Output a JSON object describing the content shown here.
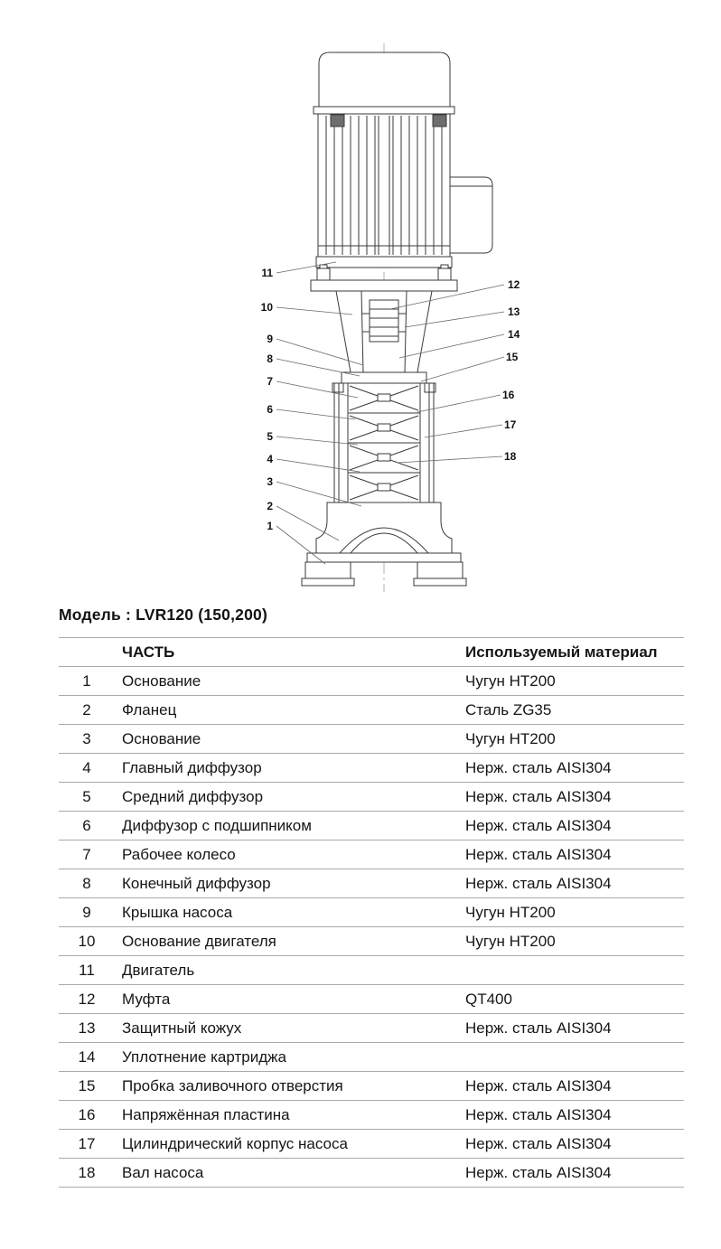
{
  "page": {
    "model_title": "Модель : LVR120 (150,200)"
  },
  "diagram": {
    "callouts_left": [
      "11",
      "10",
      "9",
      "8",
      "7",
      "6",
      "5",
      "4",
      "3",
      "2",
      "1"
    ],
    "callouts_right": [
      "12",
      "13",
      "14",
      "15",
      "16",
      "17",
      "18"
    ]
  },
  "table": {
    "headers": {
      "num": "",
      "part": "ЧАСТЬ",
      "material": "Используемый материал"
    },
    "rows": [
      {
        "num": "1",
        "part": "Основание",
        "material": "Чугун HT200"
      },
      {
        "num": "2",
        "part": "Фланец",
        "material": "Сталь ZG35"
      },
      {
        "num": "3",
        "part": "Основание",
        "material": "Чугун HT200"
      },
      {
        "num": "4",
        "part": "Главный диффузор",
        "material": "Нерж. сталь AISI304"
      },
      {
        "num": "5",
        "part": "Средний диффузор",
        "material": "Нерж. сталь AISI304"
      },
      {
        "num": "6",
        "part": "Диффузор с подшипником",
        "material": "Нерж. сталь AISI304"
      },
      {
        "num": "7",
        "part": "Рабочее колесо",
        "material": "Нерж. сталь AISI304"
      },
      {
        "num": "8",
        "part": "Конечный диффузор",
        "material": "Нерж. сталь AISI304"
      },
      {
        "num": "9",
        "part": "Крышка насоса",
        "material": "Чугун HT200"
      },
      {
        "num": "10",
        "part": "Основание двигателя",
        "material": "Чугун HT200"
      },
      {
        "num": "11",
        "part": "Двигатель",
        "material": ""
      },
      {
        "num": "12",
        "part": "Муфта",
        "material": "QT400"
      },
      {
        "num": "13",
        "part": "Защитный кожух",
        "material": "Нерж. сталь AISI304"
      },
      {
        "num": "14",
        "part": "Уплотнение картриджа",
        "material": ""
      },
      {
        "num": "15",
        "part": "Пробка заливочного отверстия",
        "material": "Нерж. сталь AISI304"
      },
      {
        "num": "16",
        "part": "Напряжённая пластина",
        "material": "Нерж. сталь AISI304"
      },
      {
        "num": "17",
        "part": "Цилиндрический корпус насоса",
        "material": "Нерж. сталь AISI304"
      },
      {
        "num": "18",
        "part": "Вал насоса",
        "material": "Нерж. сталь AISI304"
      }
    ]
  }
}
